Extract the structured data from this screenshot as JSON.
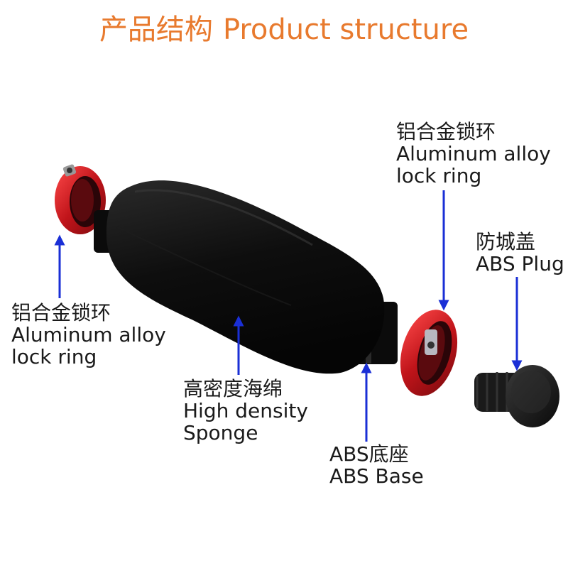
{
  "title": {
    "zh": "产品结构",
    "en": "Product structure"
  },
  "colors": {
    "title": "#e87a2e",
    "arrow": "#1a2fd6",
    "ring": "#c0141a",
    "foam": "#111111",
    "text": "#1a1a1a"
  },
  "callouts": {
    "lock_ring_left": {
      "zh": "铝合金锁环",
      "line1": "Aluminum alloy",
      "line2": "lock ring"
    },
    "lock_ring_right": {
      "zh": "铝合金锁环",
      "line1": "Aluminum alloy",
      "line2": "lock ring"
    },
    "plug": {
      "zh": "防城盖",
      "line1": "ABS Plug"
    },
    "sponge": {
      "zh": "高密度海绵",
      "line1": "High density",
      "line2": "Sponge"
    },
    "base": {
      "zh": "ABS底座",
      "line1": "ABS Base"
    }
  }
}
